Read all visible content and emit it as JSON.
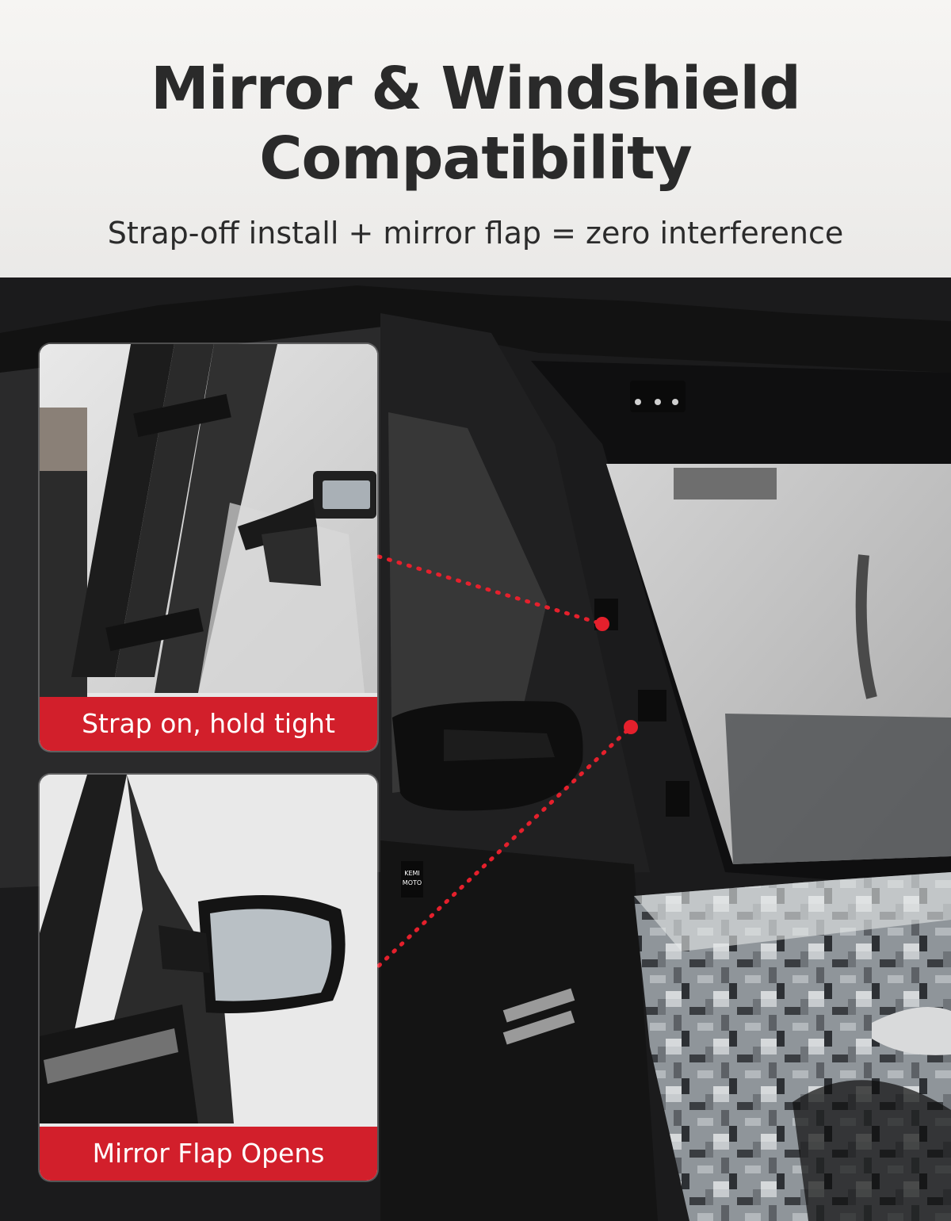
{
  "header": {
    "title_line1": "Mirror & Windshield",
    "title_line2": "Compatibility",
    "subtitle": "Strap-off install + mirror flap = zero interference"
  },
  "insets": [
    {
      "caption": "Strap on, hold tight"
    },
    {
      "caption": "Mirror Flap Opens"
    }
  ],
  "brand_tag": {
    "line1": "KEMI",
    "line2": "MOTO"
  },
  "colors": {
    "accent_red": "#d21f2b",
    "title_text": "#2a2a2a",
    "background": "#f1f0ee"
  }
}
